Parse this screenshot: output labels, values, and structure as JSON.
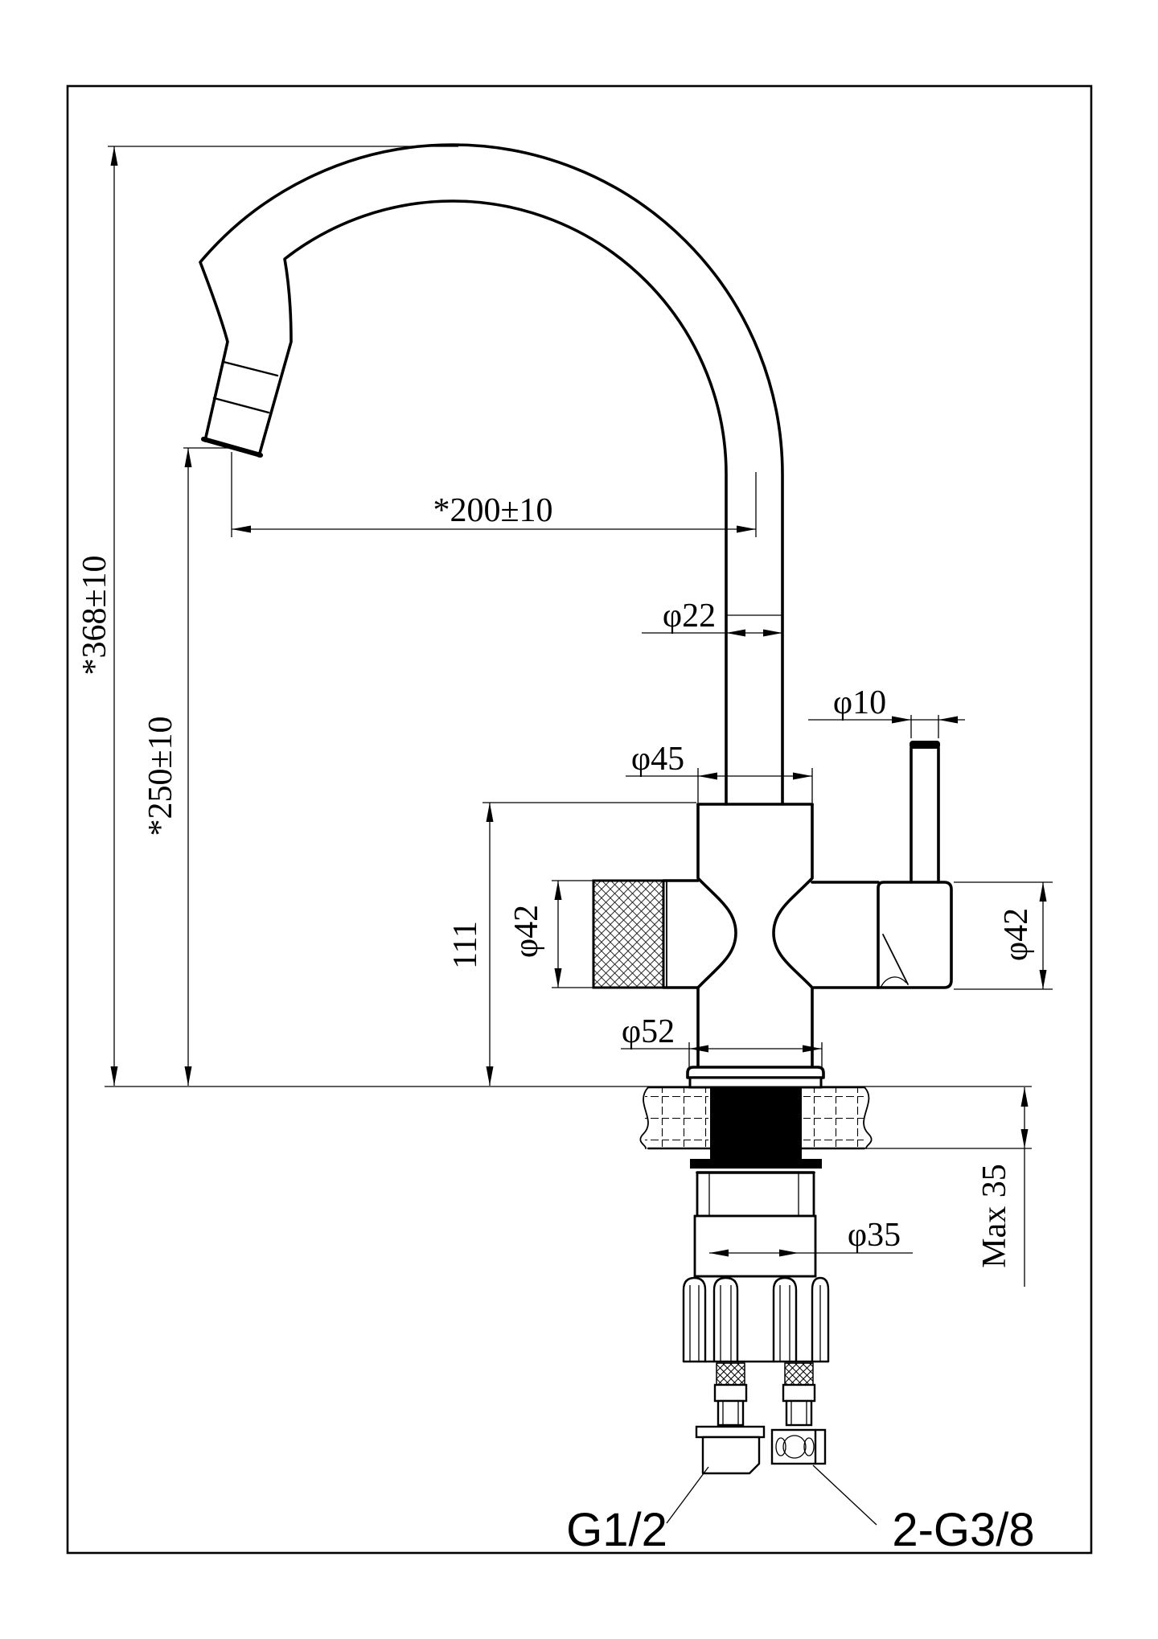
{
  "labels": {
    "overall_height": "*368±10",
    "spout_height": "*250±10",
    "spout_reach": "*200±10",
    "spout_pipe_diameter": "φ22",
    "lever_rod_diameter": "φ10",
    "body_diameter": "φ45",
    "filter_handle_diameter": "φ42",
    "mixer_handle_diameter": "φ42",
    "body_height": "111",
    "base_flange_diameter": "φ52",
    "max_deck_thickness": "Max 35",
    "shank_diameter": "φ35",
    "main_inlet_thread": "G1/2",
    "filtered_inlet_threads": "2-G3/8"
  }
}
